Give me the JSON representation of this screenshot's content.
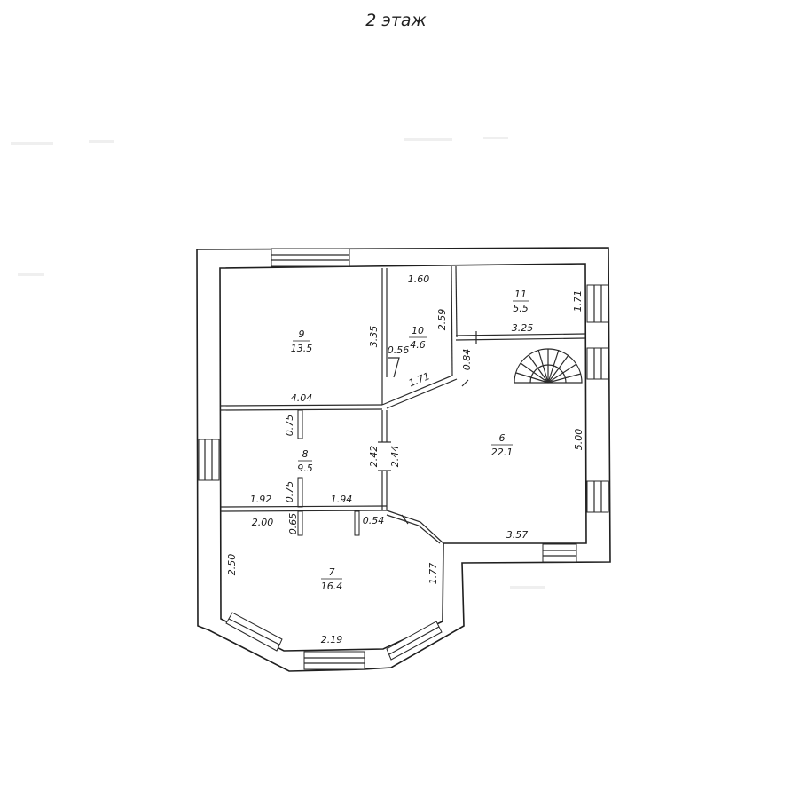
{
  "title": "2 этаж",
  "rooms": [
    {
      "id": "room-9",
      "number": "9",
      "area": "13.5"
    },
    {
      "id": "room-10",
      "number": "10",
      "area": "4.6"
    },
    {
      "id": "room-11",
      "number": "11",
      "area": "5.5"
    },
    {
      "id": "room-6",
      "number": "6",
      "area": "22.1"
    },
    {
      "id": "room-8",
      "number": "8",
      "area": "9.5"
    },
    {
      "id": "room-7",
      "number": "7",
      "area": "16.4"
    }
  ],
  "dimensions": {
    "d_160": "1.60",
    "d_259": "2.59",
    "d_171_top": "1.71",
    "d_325": "3.25",
    "d_335": "3.35",
    "d_056": "0.56",
    "d_084": "0.84",
    "d_171_mid": "1.71",
    "d_404": "4.04",
    "d_075_top": "0.75",
    "d_242": "2.42",
    "d_244": "2.44",
    "d_500": "5.00",
    "d_192": "1.92",
    "d_075_bottom": "0.75",
    "d_194": "1.94",
    "d_200": "2.00",
    "d_065": "0.65",
    "d_054": "0.54",
    "d_357": "3.57",
    "d_250": "2.50",
    "d_177": "1.77",
    "d_219": "2.19"
  }
}
